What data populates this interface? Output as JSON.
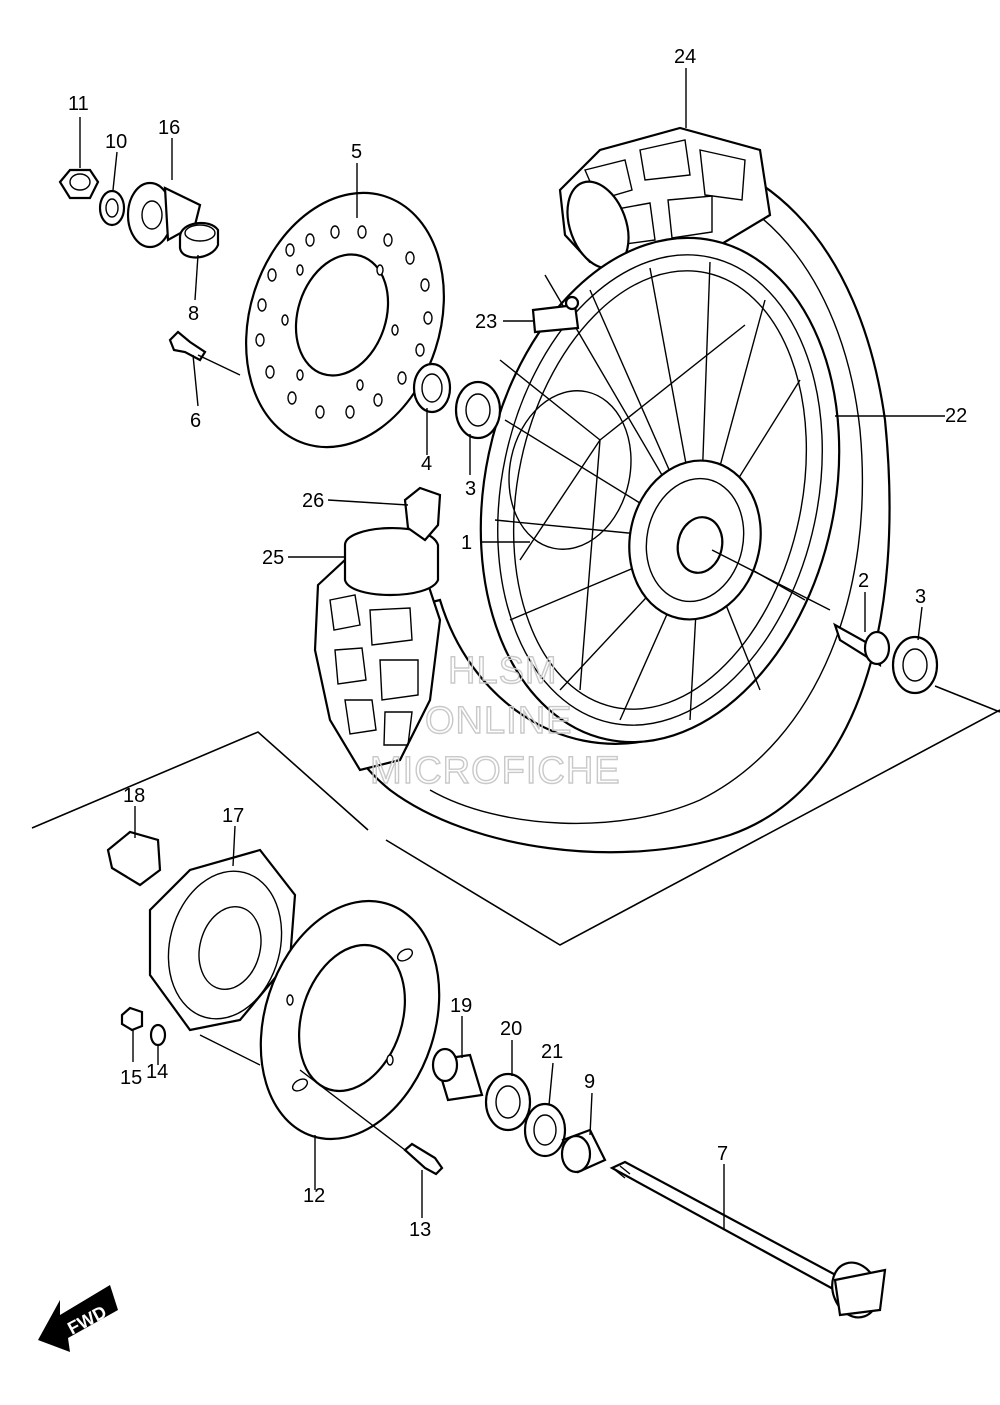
{
  "diagram": {
    "watermark": [
      "HLSM",
      "ONLINE",
      "MICROFICHE"
    ],
    "direction_label": "FWD",
    "callouts": [
      {
        "id": "p11",
        "label": "11"
      },
      {
        "id": "p10",
        "label": "10"
      },
      {
        "id": "p16",
        "label": "16"
      },
      {
        "id": "p8",
        "label": "8"
      },
      {
        "id": "p6",
        "label": "6"
      },
      {
        "id": "p5",
        "label": "5"
      },
      {
        "id": "p4",
        "label": "4"
      },
      {
        "id": "p3a",
        "label": "3"
      },
      {
        "id": "p24",
        "label": "24"
      },
      {
        "id": "p23",
        "label": "23"
      },
      {
        "id": "p22",
        "label": "22"
      },
      {
        "id": "p26",
        "label": "26"
      },
      {
        "id": "p25",
        "label": "25"
      },
      {
        "id": "p1",
        "label": "1"
      },
      {
        "id": "p2",
        "label": "2"
      },
      {
        "id": "p3b",
        "label": "3"
      },
      {
        "id": "p18",
        "label": "18"
      },
      {
        "id": "p17",
        "label": "17"
      },
      {
        "id": "p15",
        "label": "15"
      },
      {
        "id": "p14",
        "label": "14"
      },
      {
        "id": "p19",
        "label": "19"
      },
      {
        "id": "p20",
        "label": "20"
      },
      {
        "id": "p21",
        "label": "21"
      },
      {
        "id": "p9",
        "label": "9"
      },
      {
        "id": "p7",
        "label": "7"
      },
      {
        "id": "p12",
        "label": "12"
      },
      {
        "id": "p13",
        "label": "13"
      }
    ]
  }
}
